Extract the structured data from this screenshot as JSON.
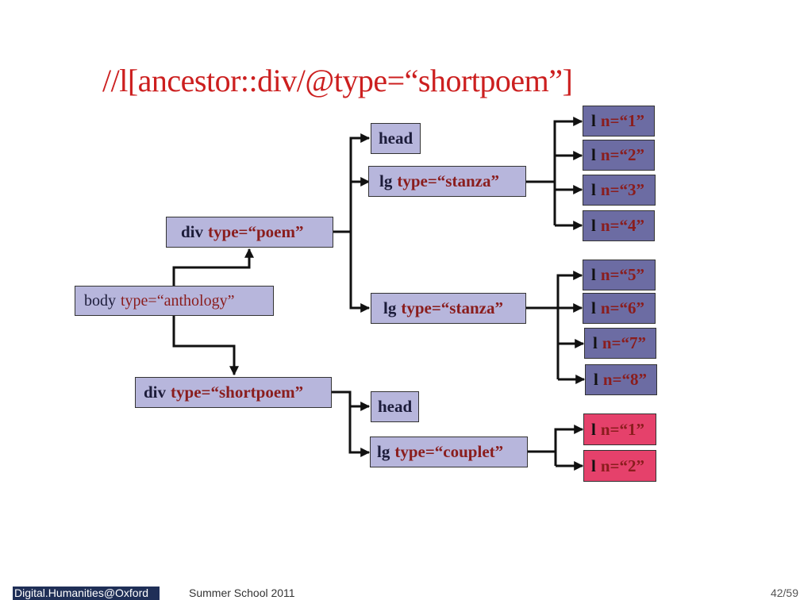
{
  "slide": {
    "title": "//l[ancestor::div/@type=“shortpoem”]"
  },
  "nodes": {
    "body": {
      "tag": "body",
      "attr": "type=“anthology”"
    },
    "div_poem": {
      "tag": "div",
      "attr": "type=“poem”"
    },
    "div_shortpoem": {
      "tag": "div",
      "attr": "type=“shortpoem”"
    },
    "head1": {
      "tag": "head"
    },
    "lg_stanza1": {
      "tag": "lg",
      "attr": "type=“stanza”"
    },
    "lg_stanza2": {
      "tag": "lg",
      "attr": "type=“stanza”"
    },
    "head2": {
      "tag": "head"
    },
    "lg_couplet": {
      "tag": "lg",
      "attr": "type=“couplet”"
    },
    "l1": {
      "tag": "l",
      "attr": "n=“1”"
    },
    "l2": {
      "tag": "l",
      "attr": "n=“2”"
    },
    "l3": {
      "tag": "l",
      "attr": "n=“3”"
    },
    "l4": {
      "tag": "l",
      "attr": "n=“4”"
    },
    "l5": {
      "tag": "l",
      "attr": "n=“5”"
    },
    "l6": {
      "tag": "l",
      "attr": "n=“6”"
    },
    "l7": {
      "tag": "l",
      "attr": "n=“7”"
    },
    "l8": {
      "tag": "l",
      "attr": "n=“8”"
    },
    "lc1": {
      "tag": "l",
      "attr": "n=“1”"
    },
    "lc2": {
      "tag": "l",
      "attr": "n=“2”"
    }
  },
  "colors": {
    "title": "#cc1f1f",
    "attr_text": "#8a1d1d",
    "node_light": "#b7b6dc",
    "node_dark": "#6c6ca3",
    "node_highlight": "#e5416b"
  },
  "footer": {
    "logo": "Digital.Humanities@Oxford",
    "event": "Summer School 2011",
    "page": "42/59"
  }
}
